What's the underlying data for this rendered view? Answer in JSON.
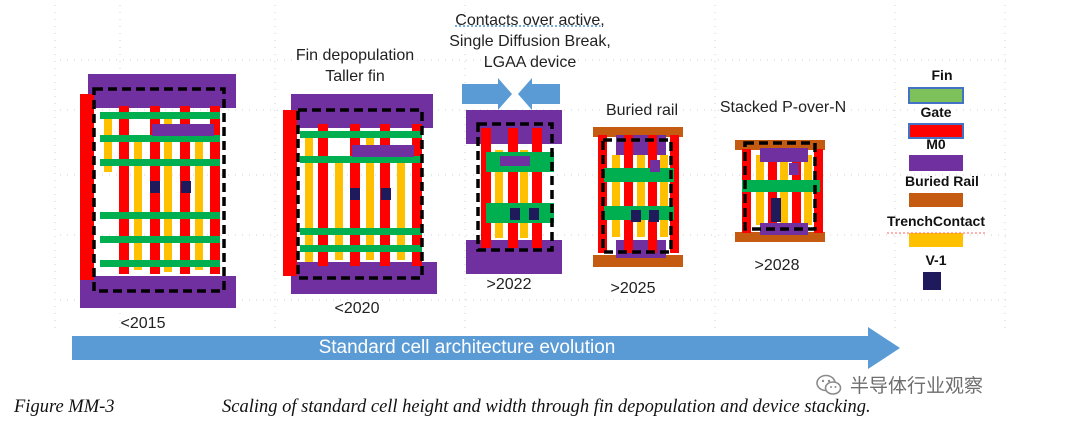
{
  "era_labels": {
    "y2015": "<2015",
    "y2020": "<2020",
    "y2022": ">2022",
    "y2025": ">2025",
    "y2028": ">2028"
  },
  "feature_labels": {
    "fin_depop_line1": "Fin depopulation",
    "fin_depop_line2": "Taller fin",
    "contacts_line1": "Contacts over active,",
    "contacts_line2": "Single Diffusion Break,",
    "contacts_line3": "LGAA device",
    "buried_rail": "Buried rail",
    "stacked": "Stacked P-over-N"
  },
  "legend": {
    "items": [
      {
        "label": "Fin",
        "color": "#7DC15B"
      },
      {
        "label": "Gate",
        "color": "#FF0000"
      },
      {
        "label": "M0",
        "color": "#7030A0"
      },
      {
        "label": "Buried Rail",
        "color": "#C55A11"
      },
      {
        "label": "TrenchContact",
        "color": "#FFC000"
      },
      {
        "label": "V-1",
        "color": "#1F1A5C"
      }
    ]
  },
  "arrow": {
    "label": "Standard cell architecture evolution",
    "color": "#5B9BD5"
  },
  "caption": {
    "figure": "Figure MM-3",
    "text": "Scaling of standard cell height and width through fin depopulation and device stacking."
  },
  "watermark": {
    "text": "半导体行业观察"
  },
  "colors": {
    "fin": "#00B050",
    "gate": "#FF0000",
    "m0": "#7030A0",
    "trench": "#FFC000",
    "via": "#1F1A5C",
    "buried_rail": "#C55A11"
  }
}
